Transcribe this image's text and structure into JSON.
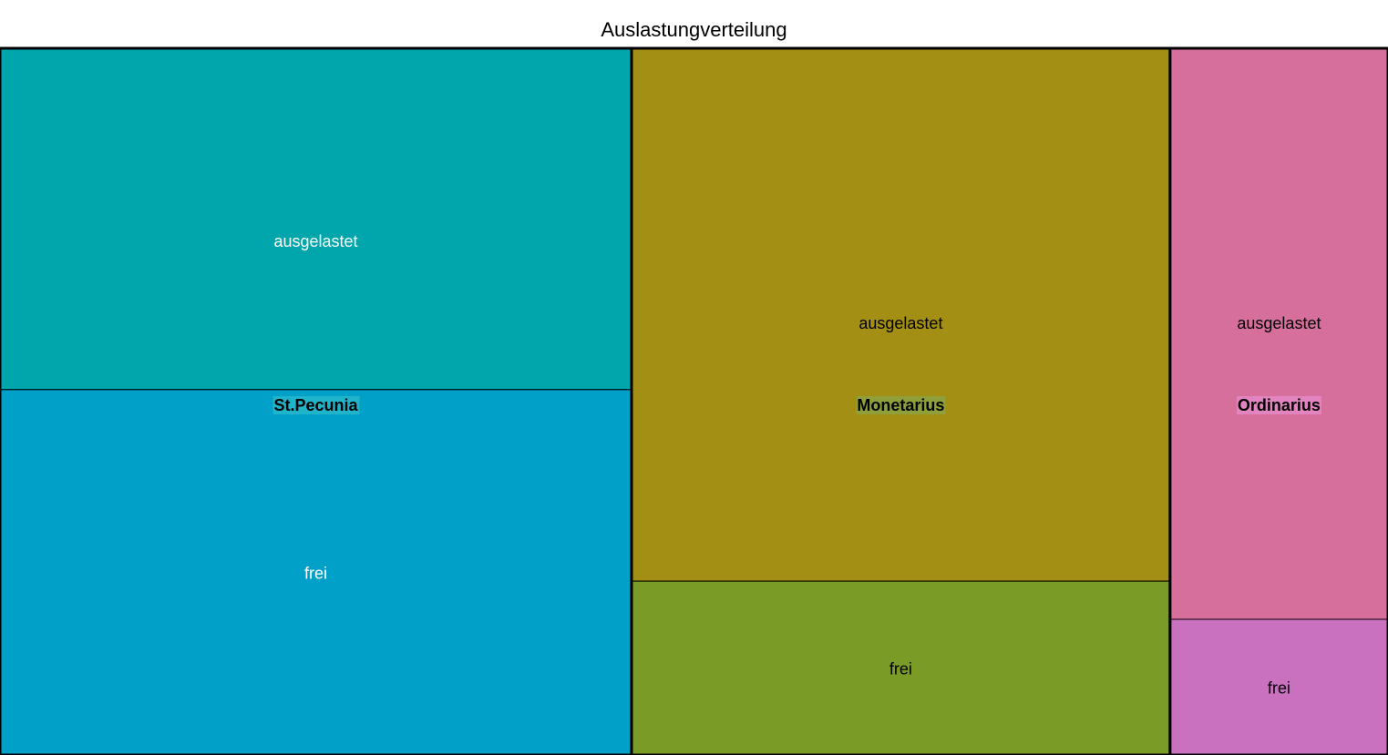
{
  "chart_data": {
    "type": "treemap",
    "title": "Auslastungverteilung",
    "groups": [
      {
        "name": "St.Pecunia",
        "label_bg": "#1fb4c9",
        "label_color": "#000000",
        "children": [
          {
            "name": "ausgelastet",
            "value": 48.3,
            "color": "#00a6ac",
            "text_color": "#ffffff"
          },
          {
            "name": "frei",
            "value": 51.7,
            "color": "#00a0c8",
            "text_color": "#ffffff"
          }
        ]
      },
      {
        "name": "Monetarius",
        "label_bg": "#8fa03a",
        "label_color": "#000000",
        "children": [
          {
            "name": "ausgelastet",
            "value": 75.4,
            "color": "#a28f13",
            "text_color": "#000000"
          },
          {
            "name": "frei",
            "value": 24.6,
            "color": "#7b9b27",
            "text_color": "#000000"
          }
        ]
      },
      {
        "name": "Ordinarius",
        "label_bg": "#e184c0",
        "label_color": "#000000",
        "children": [
          {
            "name": "ausgelastet",
            "value": 80.8,
            "color": "#d66f9c",
            "text_color": "#000000"
          },
          {
            "name": "frei",
            "value": 19.2,
            "color": "#c971be",
            "text_color": "#000000"
          }
        ]
      }
    ],
    "group_weights": [
      45.5,
      38.8,
      15.7
    ]
  }
}
